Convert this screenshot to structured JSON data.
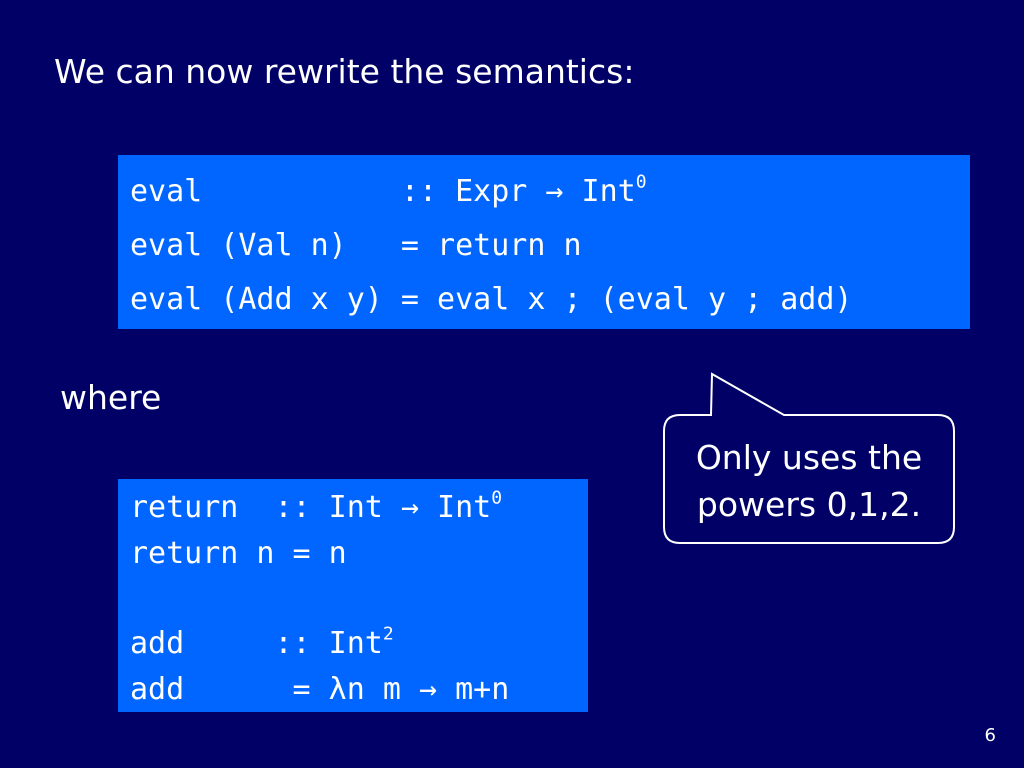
{
  "slide": {
    "heading": "We can now rewrite the semantics:",
    "where": "where",
    "page_number": "6"
  },
  "code_block_1": {
    "line1": {
      "pre": "eval           :: Expr ",
      "arrow": "→",
      "mid": " Int",
      "sup": "0"
    },
    "line2": "eval (Val n)   = return n",
    "line3": "eval (Add x y) = eval x ; (eval y ; add)"
  },
  "code_block_2": {
    "line1": {
      "pre": "return  :: Int ",
      "arrow": "→",
      "mid": " Int",
      "sup": "0"
    },
    "line2": "return n = n",
    "line3": {
      "pre": "add     :: Int",
      "sup": "2"
    },
    "line4": {
      "pre": "add      = λn m ",
      "arrow": "→",
      "post": " m+n"
    }
  },
  "callout": {
    "line1": "Only uses the",
    "line2": "powers 0,1,2."
  },
  "colors": {
    "background": "#000066",
    "code_background": "#0066ff",
    "text": "#ffffff"
  }
}
